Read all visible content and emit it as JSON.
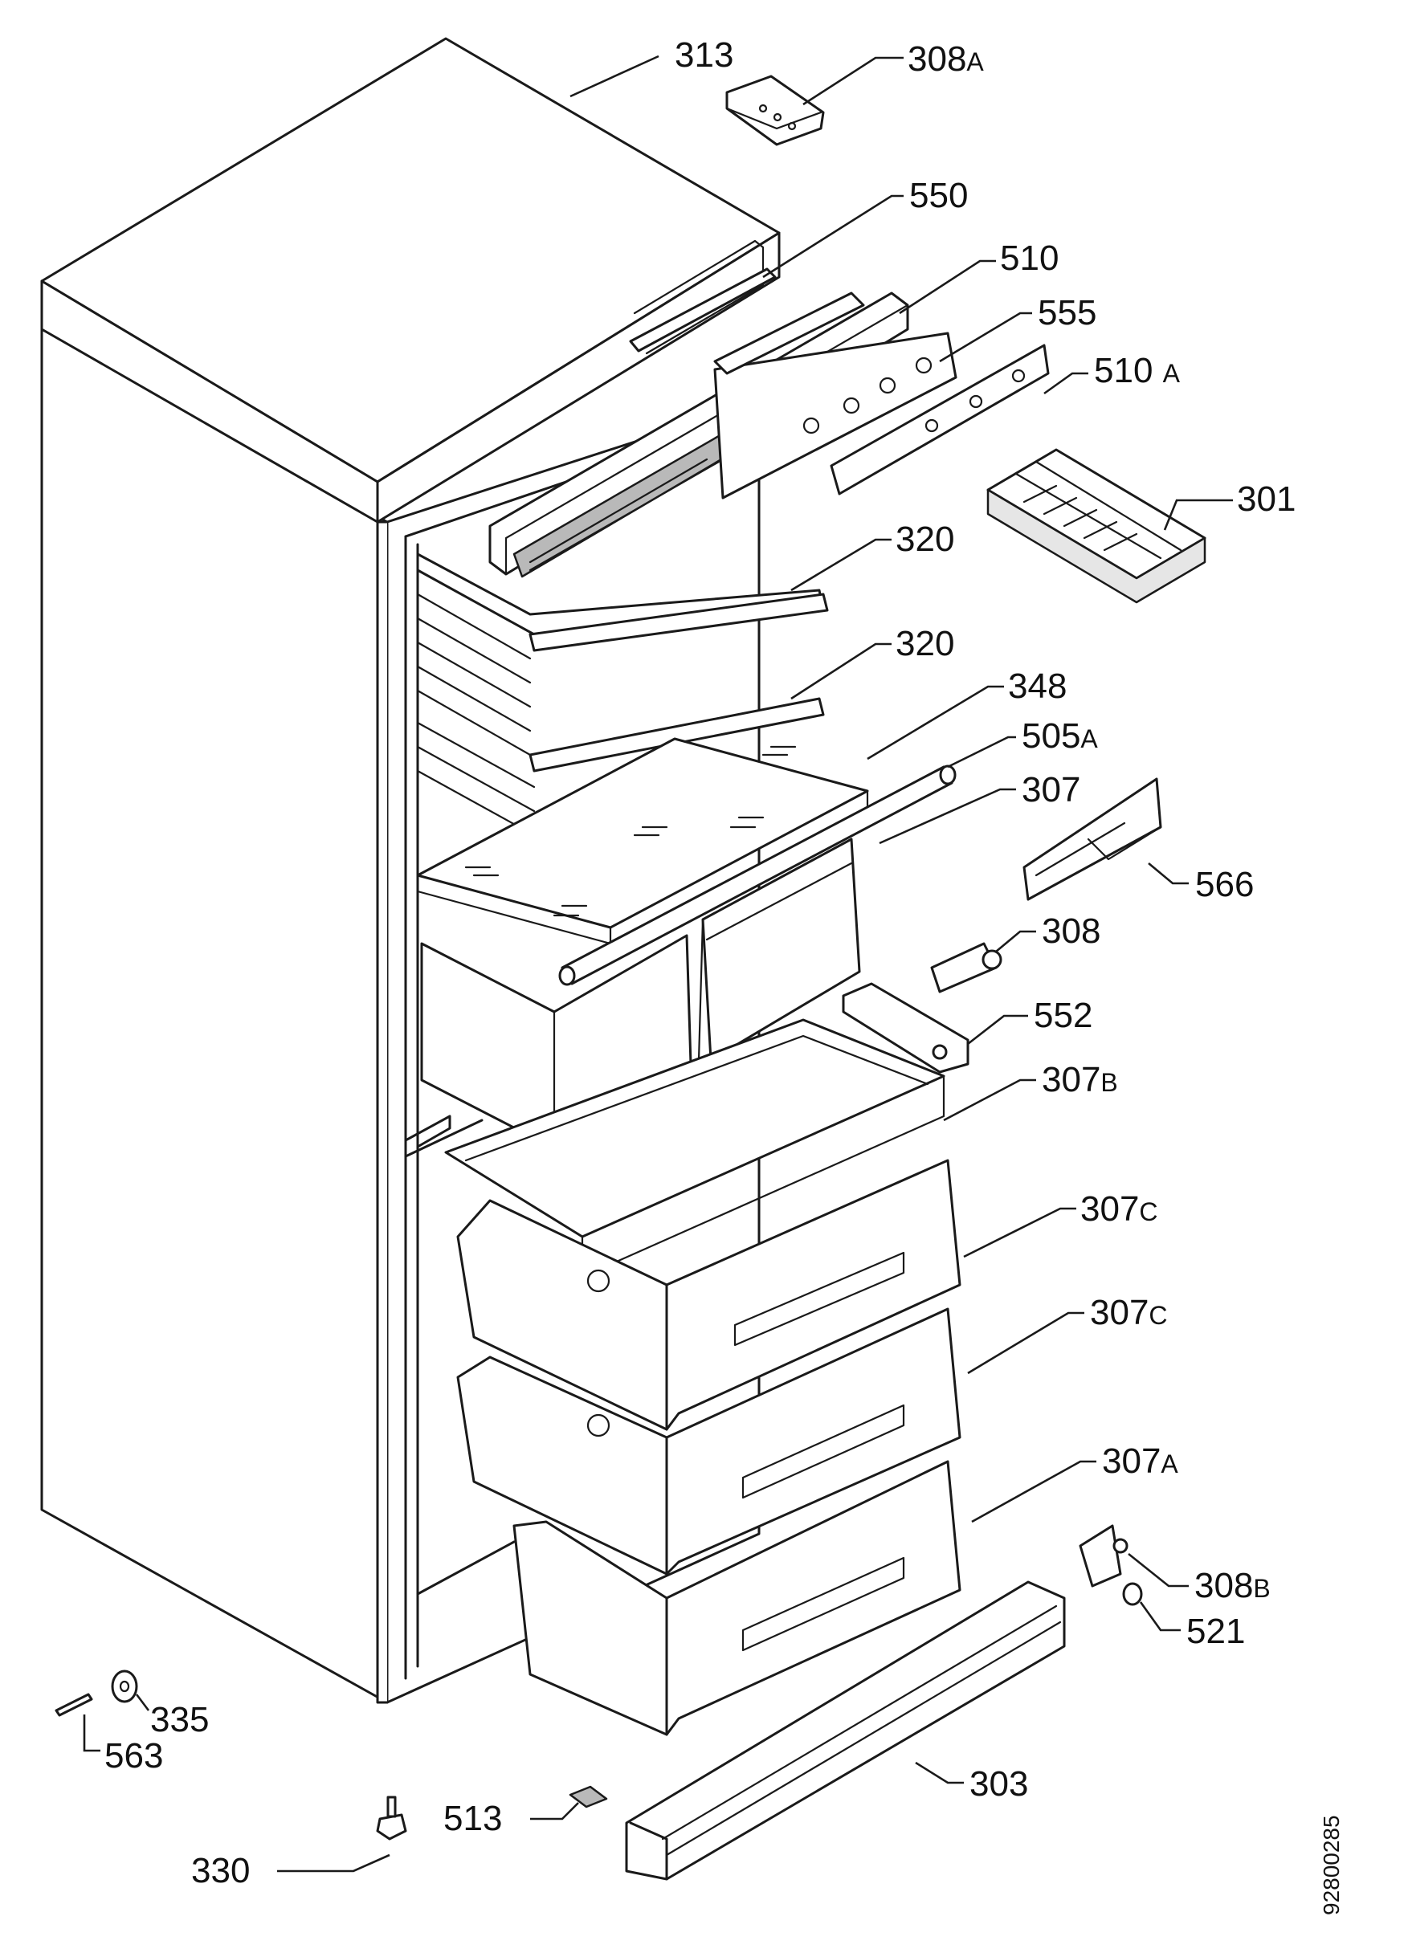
{
  "diagram": {
    "labels": [
      {
        "id": "313",
        "num": "313",
        "suffix": ""
      },
      {
        "id": "308A",
        "num": "308",
        "suffix": "A"
      },
      {
        "id": "550",
        "num": "550",
        "suffix": ""
      },
      {
        "id": "510",
        "num": "510",
        "suffix": ""
      },
      {
        "id": "555",
        "num": "555",
        "suffix": ""
      },
      {
        "id": "510A",
        "num": "510 ",
        "suffix": "A"
      },
      {
        "id": "301",
        "num": "301",
        "suffix": ""
      },
      {
        "id": "320a",
        "num": "320",
        "suffix": ""
      },
      {
        "id": "320b",
        "num": "320",
        "suffix": ""
      },
      {
        "id": "348",
        "num": "348",
        "suffix": ""
      },
      {
        "id": "505A",
        "num": "505",
        "suffix": "A"
      },
      {
        "id": "307",
        "num": "307",
        "suffix": ""
      },
      {
        "id": "566",
        "num": "566",
        "suffix": ""
      },
      {
        "id": "308",
        "num": "308",
        "suffix": ""
      },
      {
        "id": "552",
        "num": "552",
        "suffix": ""
      },
      {
        "id": "307B",
        "num": "307",
        "suffix": "B"
      },
      {
        "id": "307Ca",
        "num": "307",
        "suffix": "C"
      },
      {
        "id": "307Cb",
        "num": "307",
        "suffix": "C"
      },
      {
        "id": "307A",
        "num": "307",
        "suffix": "A"
      },
      {
        "id": "308B",
        "num": "308",
        "suffix": "B"
      },
      {
        "id": "521",
        "num": "521",
        "suffix": ""
      },
      {
        "id": "335",
        "num": "335",
        "suffix": ""
      },
      {
        "id": "563",
        "num": "563",
        "suffix": ""
      },
      {
        "id": "303",
        "num": "303",
        "suffix": ""
      },
      {
        "id": "513",
        "num": "513",
        "suffix": ""
      },
      {
        "id": "330",
        "num": "330",
        "suffix": ""
      }
    ],
    "document_number": "92800285"
  }
}
